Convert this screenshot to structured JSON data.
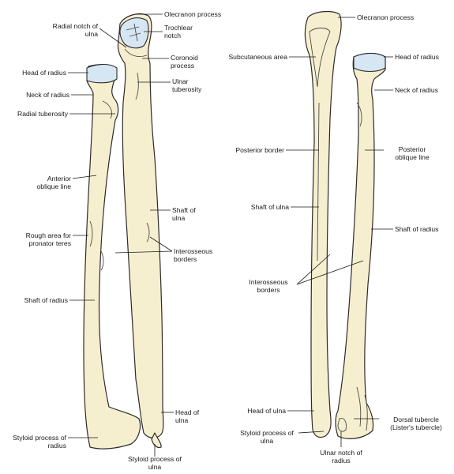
{
  "anterior_labels": {
    "olecranon_process": "Olecranon process",
    "radial_notch_of_ulna": "Radial notch of\nulna",
    "trochlear_notch": "Trochlear\nnotch",
    "coronoid_process": "Coronoid\nprocess",
    "head_of_radius": "Head of radius",
    "ulnar_tuberosity": "Ulnar\ntuberosity",
    "neck_of_radius": "Neck of radius",
    "radial_tuberosity": "Radial tuberosity",
    "anterior_oblique_line": "Anterior\noblique line",
    "shaft_of_ulna": "Shaft of\nulna",
    "rough_area_pronator_teres": "Rough area for\npronator teres",
    "interosseous_borders": "Interosseous\nborders",
    "shaft_of_radius": "Shaft of radius",
    "head_of_ulna": "Head of\nulna",
    "styloid_process_of_radius": "Styloid process of\nradius",
    "styloid_process_of_ulna": "Styloid process of\nulna"
  },
  "posterior_labels": {
    "olecranon_process": "Olecranon process",
    "subcutaneous_area": "Subcutaneous area",
    "head_of_radius": "Head of radius",
    "neck_of_radius": "Neck of radius",
    "posterior_border": "Posterior border",
    "posterior_oblique_line": "Posterior\noblique line",
    "shaft_of_ulna": "Shaft of ulna",
    "shaft_of_radius": "Shaft of radius",
    "interosseous_borders": "Interosseous\nborders",
    "head_of_ulna": "Head of ulna",
    "dorsal_tubercle": "Dorsal tubercle\n(Lister's tubercle)",
    "styloid_process_of_ulna": "Styloid process of\nulna",
    "ulnar_notch_of_radius": "Ulnar notch of\nradius"
  },
  "colors": {
    "bone_fill": "#f6efcf",
    "cartilage_fill": "#d6e6f2",
    "outline": "#2b2b2b"
  }
}
